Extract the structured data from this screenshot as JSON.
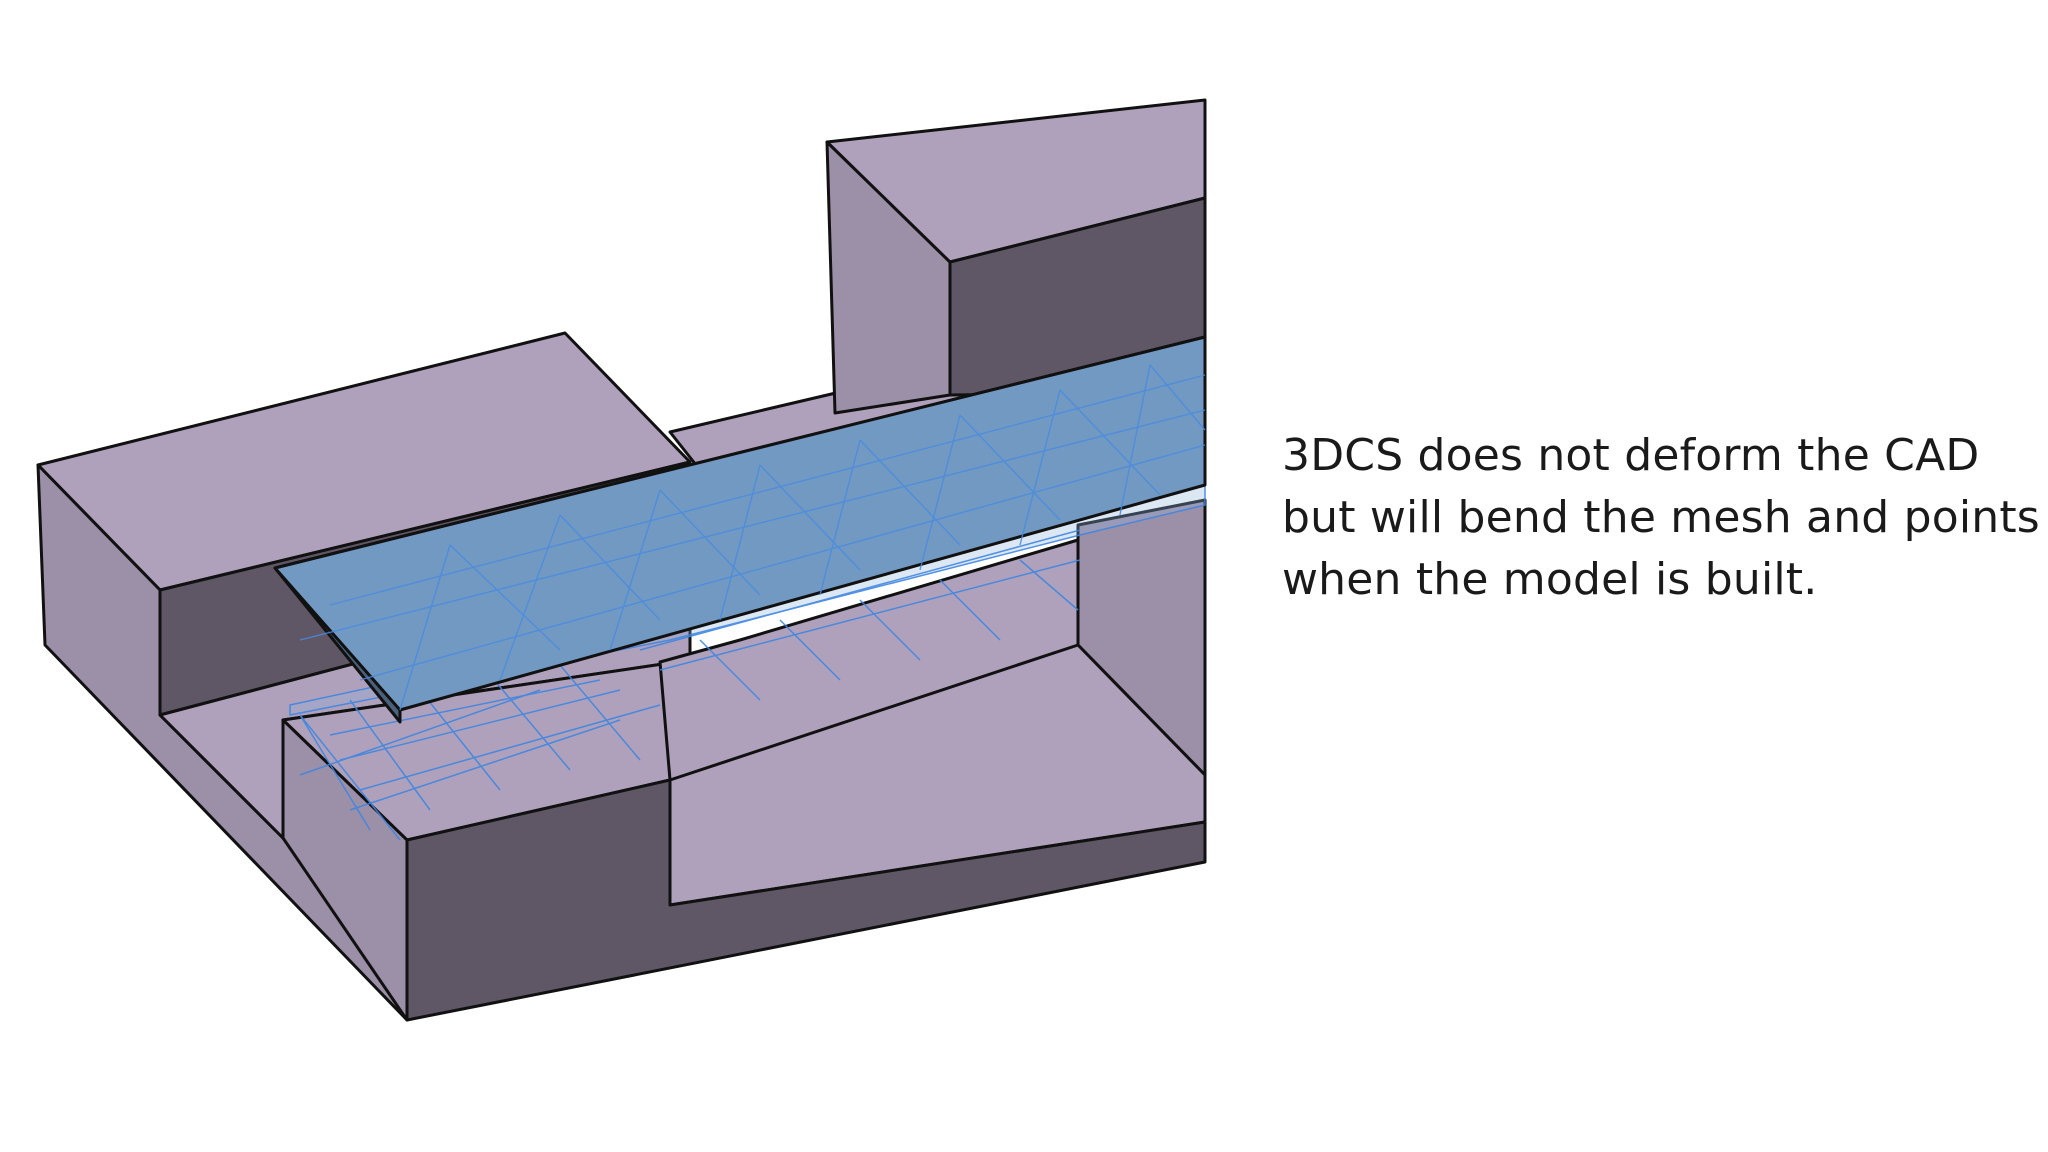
{
  "caption": {
    "lines": [
      "3DCS does not deform the CAD",
      "but will bend the mesh and points",
      "when the model is built."
    ]
  },
  "colors": {
    "light_face": "#AFA1BB",
    "mid_face": "#9C8FA8",
    "dark_face": "#5F5666",
    "plate_top": "#7199C2",
    "plate_edge": "#4A617C",
    "mesh_line": "#3F86E0",
    "outline": "#111111"
  }
}
